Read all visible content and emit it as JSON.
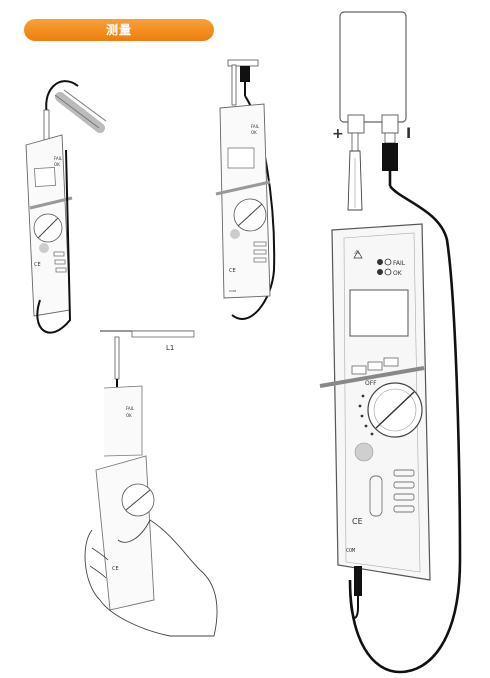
{
  "header": {
    "title": "测量",
    "accent": "#ef8418"
  },
  "labels": {
    "plus": "+",
    "minus": "I",
    "line_label": "L1",
    "fail": "FAIL",
    "ok": "OK",
    "ce": "CE",
    "com": "COM",
    "off": "OFF"
  },
  "icons": [
    "probe-icon",
    "plug-icon",
    "hand-icon",
    "hazard-icon"
  ]
}
